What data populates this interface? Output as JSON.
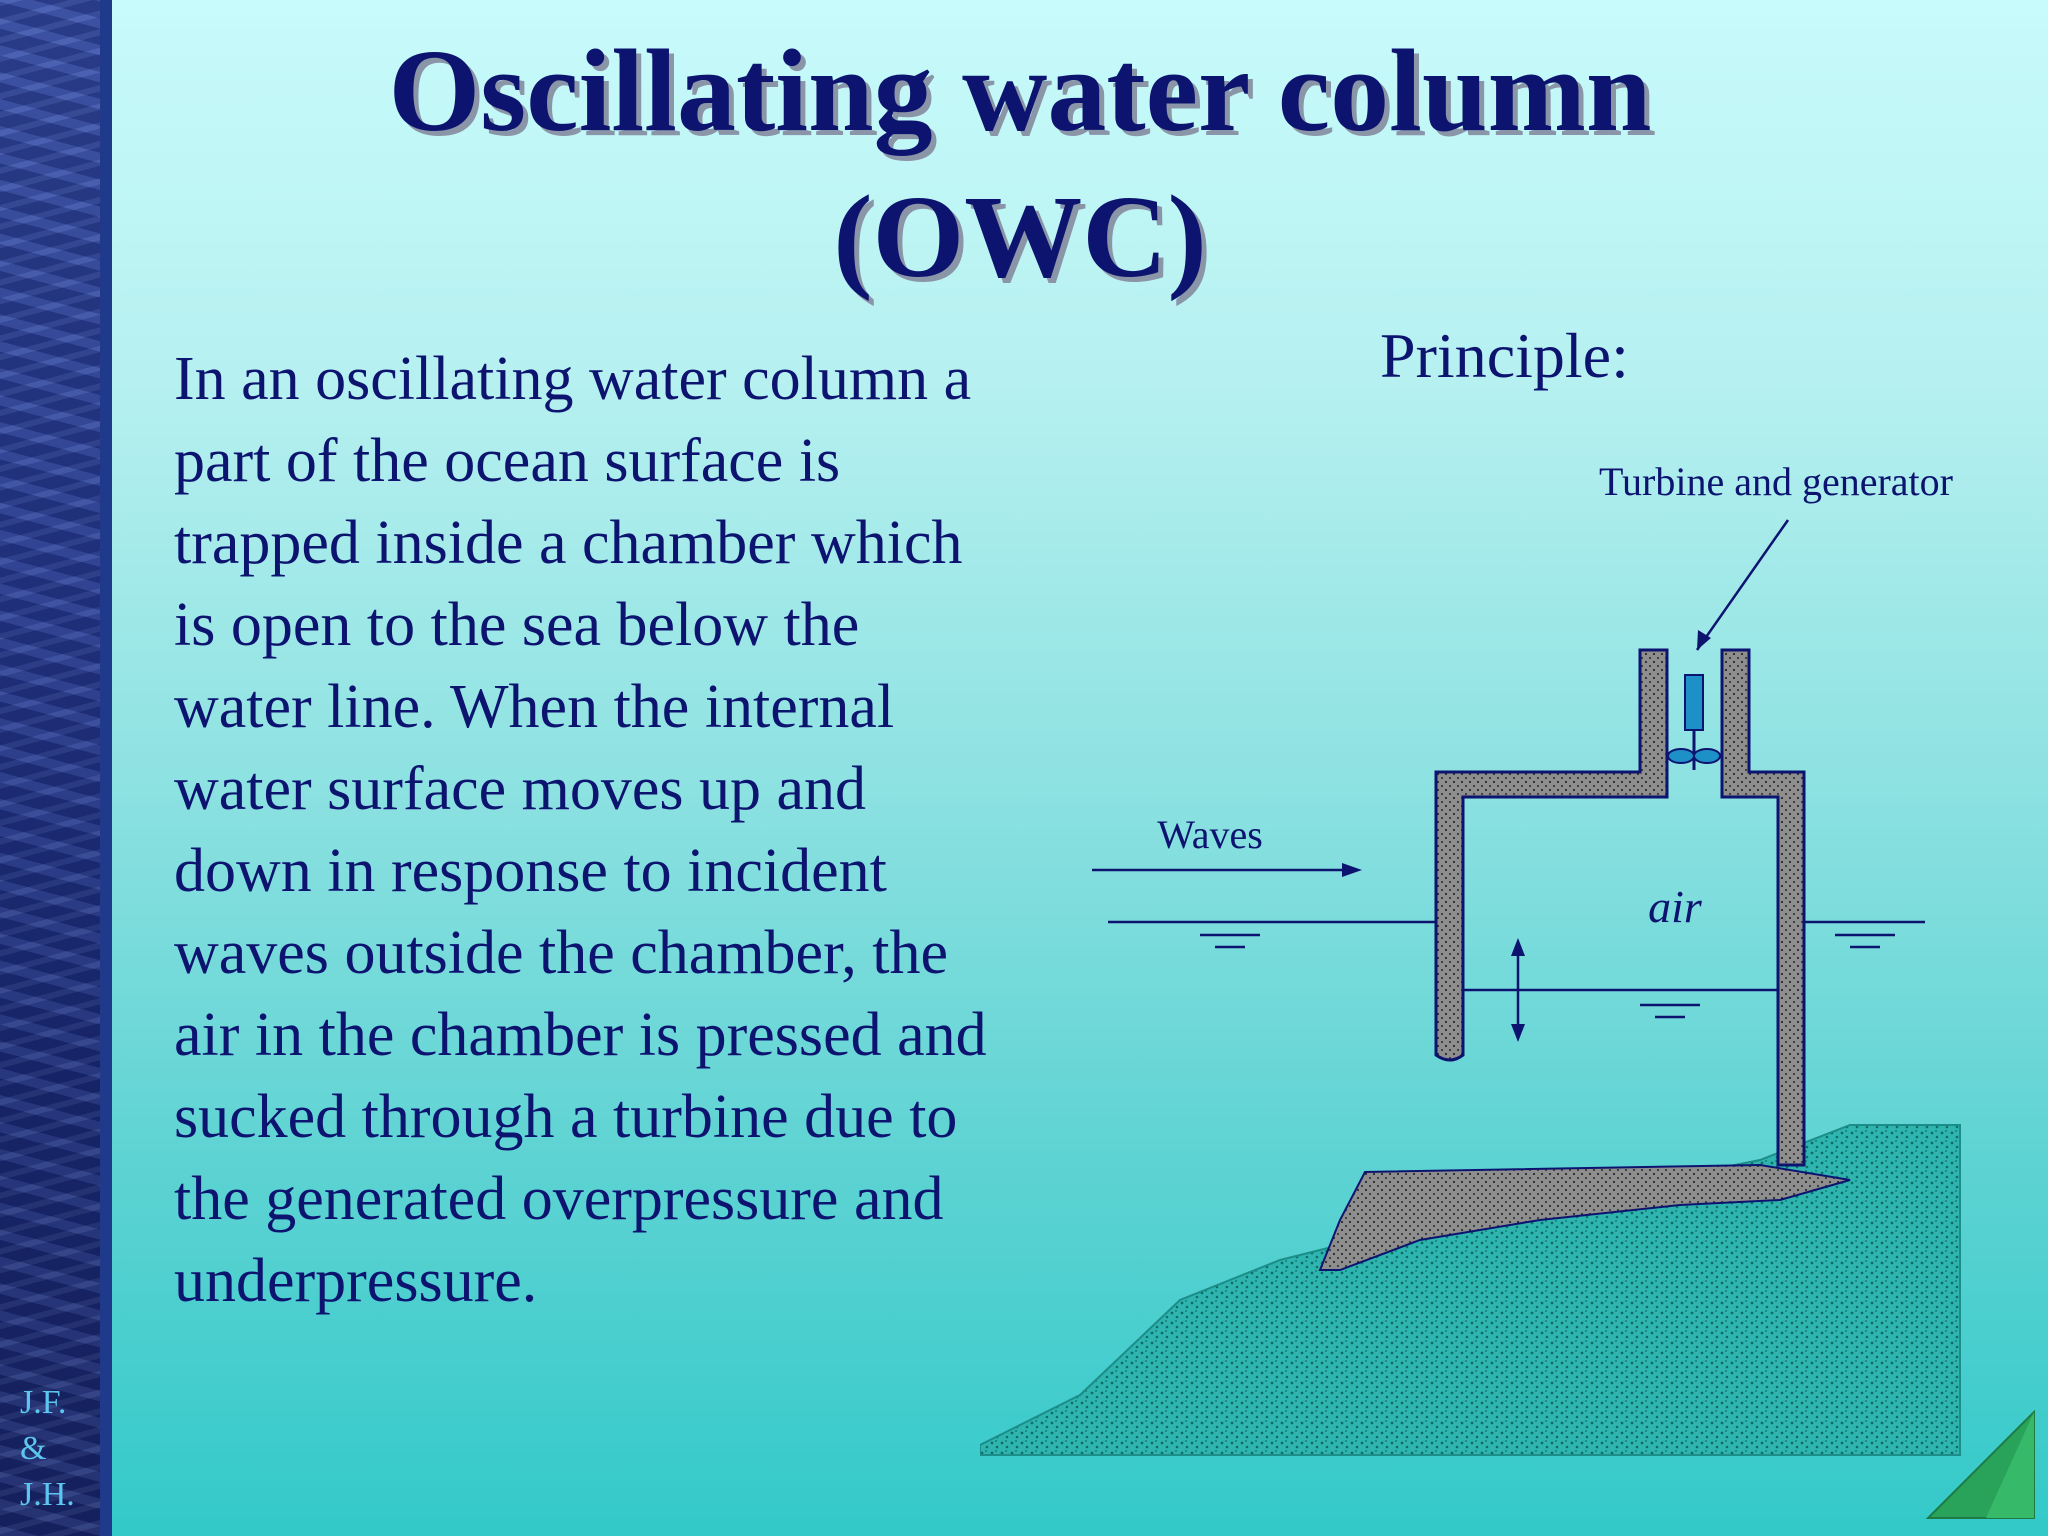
{
  "slide": {
    "title": "Oscillating water column (OWC)",
    "body": "In an oscillating water column  a\npart of the ocean surface is\ntrapped inside a chamber which\nis open to the sea below the\nwater line.  When the internal\nwater surface moves up and\ndown in response to incident\nwaves outside the chamber, the\nair in the chamber is pressed and\nsucked through a turbine due to\nthe generated overpressure and\nunderpressure.",
    "principle_label": "Principle:",
    "initials": "J.F.\n&\nJ.H."
  },
  "diagram": {
    "turbine_label": "Turbine and generator",
    "waves_label": "Waves",
    "air_label": "air"
  },
  "colors": {
    "title": "#0d1470",
    "text": "#0d1470",
    "background_top": "#c8fbfb",
    "background_bottom": "#33c9c9",
    "wall_fill": "#8e8e8e",
    "seabed_fill": "#2fb5b0",
    "turbine": "#1e90c8",
    "nav_triangle": "#2aa35a"
  }
}
